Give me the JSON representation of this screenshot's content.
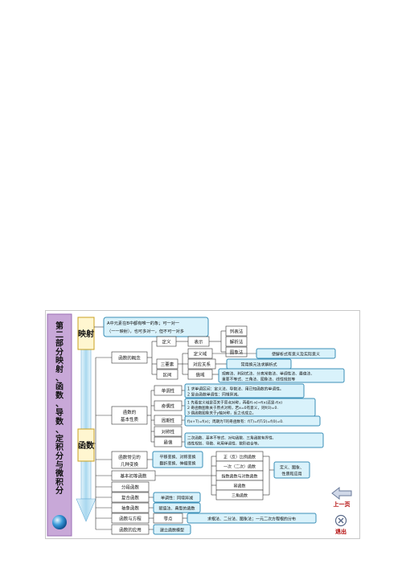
{
  "side_title": "第二部分 映射、函数、导数、定积分与微积分",
  "yingshe": {
    "label": "映射",
    "note_line1": "A中元素在B中都有唯一的象；可一对一",
    "note_line2": "（一一映射），也可多对一，但不可一对多"
  },
  "hanshu": {
    "label": "函数"
  },
  "concept": {
    "label": "函数的概念",
    "definition": "定义",
    "representation": "表示",
    "methods": [
      "列表法",
      "解析法",
      "图象法"
    ],
    "three_elements": "三要素",
    "domain": "定义域",
    "correspondence": "对应关系",
    "range": "值域",
    "interval": "区间",
    "domain_note": "使解析式有意义及实际意义",
    "correspondence_note": "常用换元法求解析式",
    "range_note_line1": "观察法、判别式法、分离常数法、单调性法、最值法、",
    "range_note_line2": "重要不等式、三角法、图象法、线性规划等"
  },
  "properties": {
    "label_line1": "函数的",
    "label_line2": "基本性质",
    "monotonic": "单调性",
    "monotonic_note_line1": "1 求单调区间：定义法、导数法、用已知函数的单调性。",
    "monotonic_note_line2": "2 复合函数单调性：同增异减。",
    "parity": "奇偶性",
    "parity_note_line1": "1 先看定义域是否关于原点对称，再看f(-x)=f(x)还是-f(x)",
    "parity_note_line2": "2 奇函数图象关于原点对称，若x=0有意义，则f(0)=0.",
    "parity_note_line3": "3 偶函数图象关于y轴对称，反之也成立。",
    "periodic": "周期性",
    "periodic_note": "f(x+T)=f(x)；周期为T的奇函数有：f(T)=f(T/2)=f(0)=0.",
    "symmetric": "对称性",
    "extremum": "最值",
    "extremum_note_line1": "二次函数、基本不等式、对勾函数、三角函数有界性、",
    "extremum_note_line2": "线性规划、导数、利用单调性、数形结合等。"
  },
  "transform": {
    "label_line1": "函数常见的",
    "label_line2": "几种变换",
    "note_line1": "平移变换、对称变换",
    "note_line2": "翻折变换、伸缩变换"
  },
  "elementary": {
    "label": "基本初等函数",
    "items": [
      "正（反）比例函数",
      "一次（二次）函数",
      "指数函数与对数函数",
      "幂函数",
      "三角函数"
    ],
    "note_line1": "定义、图象、",
    "note_line2": "性质和应用"
  },
  "piecewise": "分段函数",
  "composite": {
    "label": "复合函数",
    "note": "单调性：同增异减"
  },
  "abstract": {
    "label": "抽象函数",
    "note": "赋值法、典型的函数"
  },
  "equation": {
    "label": "函数与方程",
    "zero": "零点",
    "note": "求根法、二分法、图象法；一元二次方程根的分布"
  },
  "application": {
    "label": "函数的应用",
    "note": "建立函数模型"
  },
  "nav": {
    "prev": "上一页",
    "exit": "退出"
  },
  "colors": {
    "box_fill": "#d9f2fb",
    "box_stroke": "#3a8fb7",
    "side_fill": "#c8a8d8",
    "red_text": "#c00000",
    "arrow_fill": "#a9d8ef"
  }
}
